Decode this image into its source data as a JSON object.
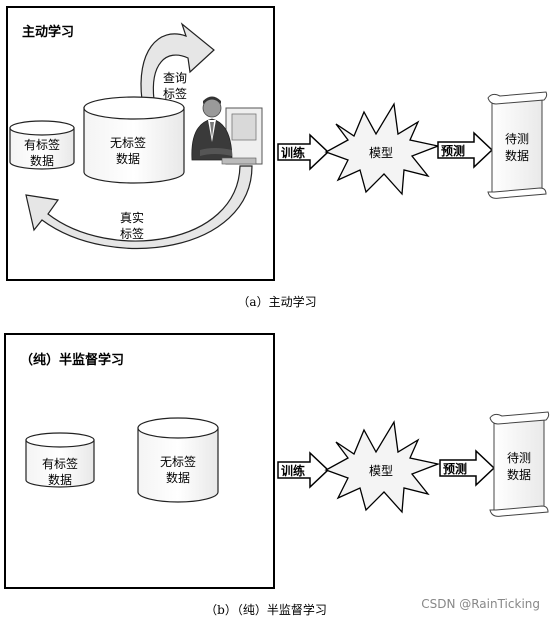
{
  "panel_a": {
    "title": "主动学习",
    "labeled_line1": "有标签",
    "labeled_line2": "数据",
    "unlabeled_line1": "无标签",
    "unlabeled_line2": "数据",
    "query_line1": "查询",
    "query_line2": "标签",
    "true_line1": "真实",
    "true_line2": "标签",
    "train": "训练",
    "model": "模型",
    "predict": "预测",
    "pending_line1": "待测",
    "pending_line2": "数据",
    "caption": "（a）主动学习"
  },
  "panel_b": {
    "title": "（纯）半监督学习",
    "labeled_line1": "有标签",
    "labeled_line2": "数据",
    "unlabeled_line1": "无标签",
    "unlabeled_line2": "数据",
    "train": "训练",
    "model": "模型",
    "predict": "预测",
    "pending_line1": "待测",
    "pending_line2": "数据",
    "caption": "（b）（纯）半监督学习"
  },
  "watermark": "CSDN @RainTicking",
  "colors": {
    "arrow_fill": "#e6e6e6",
    "stroke": "#222222",
    "frame": "#000000"
  },
  "icons": [
    "annotator-person-icon",
    "scroll-icon",
    "starburst-model-icon"
  ]
}
